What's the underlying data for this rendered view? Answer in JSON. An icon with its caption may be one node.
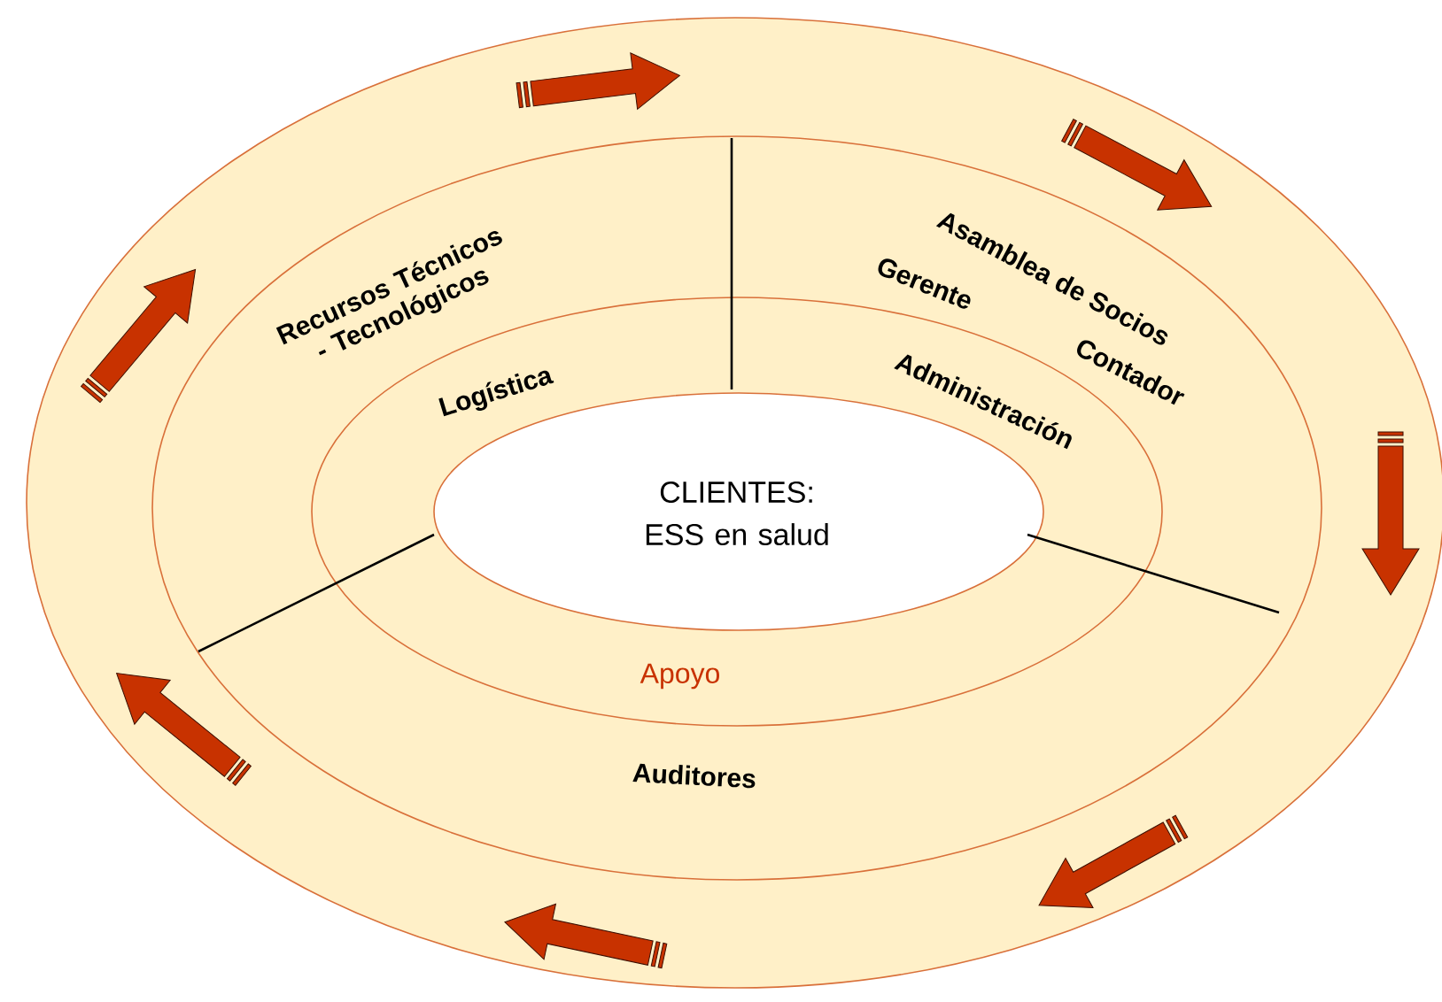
{
  "diagram": {
    "nodes": [
      {
        "text": [],
        "shape": "circle"
      },
      {
        "text": [
          "Recursos Técnicos - Tecnológicos",
          "Asamblea de Socios",
          "Gerente",
          "Contador",
          "Auditores"
        ],
        "in": 0
      },
      {
        "text": [
          "Logística",
          "Administración",
          "Apoyo"
        ],
        "in": 1
      },
      {
        "text": [
          "CLIENTES: ESS en salud"
        ],
        "in": 2
      }
    ]
  }
}
